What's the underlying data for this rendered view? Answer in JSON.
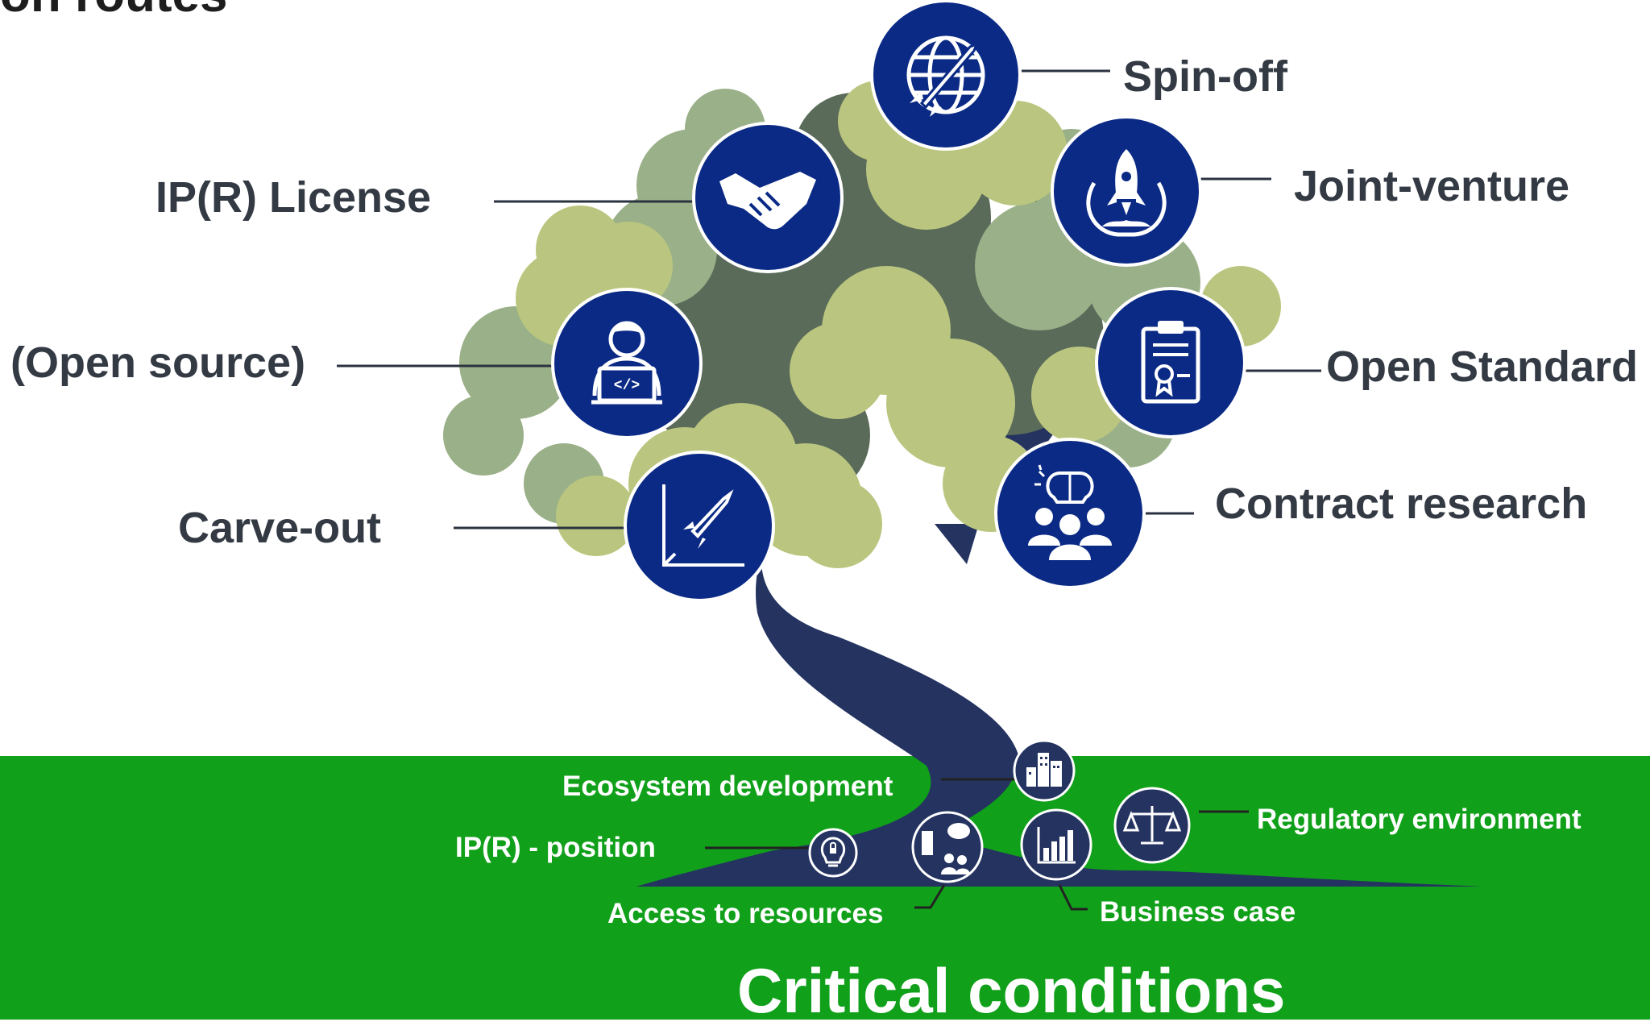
{
  "title_fragment": "on routes",
  "colors": {
    "navy": "#0a2a85",
    "trunk": "#243360",
    "ground": "#11a01a",
    "leaf_light": "#bac67f",
    "leaf_mid": "#9ab088",
    "leaf_dark": "#5a6b5a",
    "label_text": "#333a44"
  },
  "routes": [
    {
      "label": "Spin-off",
      "icon": "globe-rocket-icon"
    },
    {
      "label": "IP(R) License",
      "icon": "handshake-icon"
    },
    {
      "label": "Joint-venture",
      "icon": "rocket-launch-icon"
    },
    {
      "label": "(Open source)",
      "icon": "developer-laptop-icon"
    },
    {
      "label": "Open Standard",
      "icon": "clipboard-certificate-icon"
    },
    {
      "label": "Carve-out",
      "icon": "growth-rocket-icon"
    },
    {
      "label": "Contract research",
      "icon": "research-team-icon"
    }
  ],
  "conditions": [
    {
      "label": "Ecosystem development",
      "icon": "buildings-icon"
    },
    {
      "label": "IP(R) - position",
      "icon": "lightbulb-lock-icon"
    },
    {
      "label": "Access to resources",
      "icon": "resources-icon"
    },
    {
      "label": "Business case",
      "icon": "bar-chart-icon"
    },
    {
      "label": "Regulatory environment",
      "icon": "scales-icon"
    }
  ],
  "footer_title": "Critical conditions"
}
